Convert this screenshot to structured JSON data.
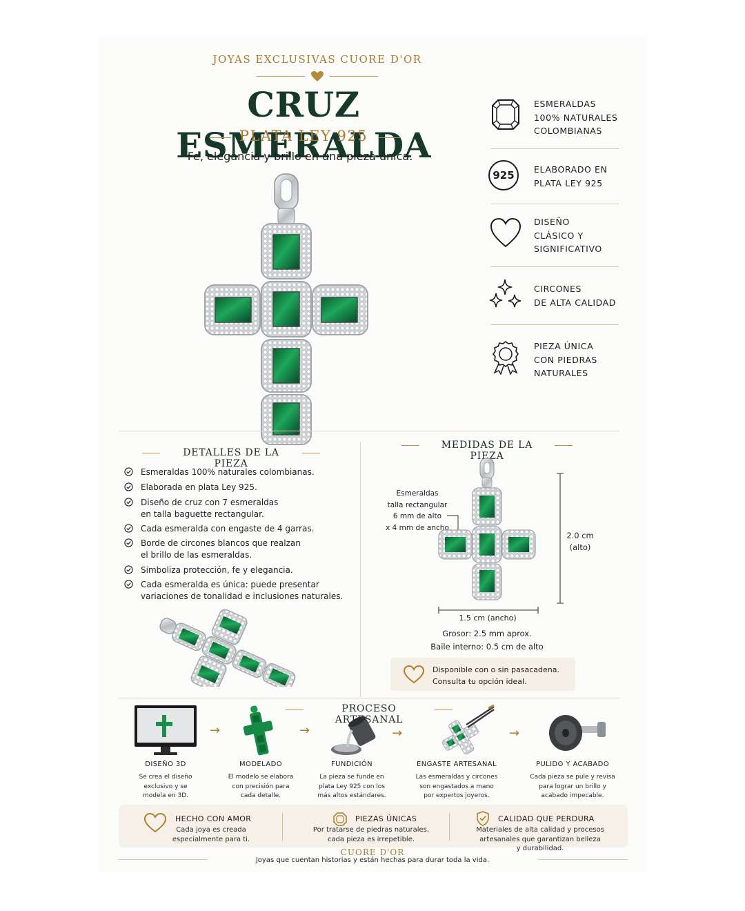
{
  "header": {
    "brand_line": "JOYAS EXCLUSIVAS CUORE D'OR",
    "title": "CRUZ ESMERALDA",
    "subtitle": "PLATA LEY 925",
    "tagline": "Fe, elegancia y brillo en una pieza única."
  },
  "features": [
    {
      "icon": "emerald-gem-icon",
      "lines": [
        "ESMERALDAS",
        "100% NATURALES",
        "COLOMBIANAS"
      ]
    },
    {
      "icon": "925-stamp-icon",
      "icon_text": "925",
      "lines": [
        "ELABORADO EN",
        "PLATA LEY 925"
      ]
    },
    {
      "icon": "heart-icon",
      "lines": [
        "DISEÑO",
        "CLÁSICO Y",
        "SIGNIFICATIVO"
      ]
    },
    {
      "icon": "sparkles-icon",
      "lines": [
        "CIRCONES",
        "DE ALTA CALIDAD"
      ]
    },
    {
      "icon": "award-ribbon-icon",
      "lines": [
        "PIEZA ÚNICA",
        "CON PIEDRAS",
        "NATURALES"
      ]
    }
  ],
  "details": {
    "title": "DETALLES DE LA PIEZA",
    "items": [
      [
        "Esmeraldas 100% naturales colombianas."
      ],
      [
        "Elaborada en plata Ley 925."
      ],
      [
        "Diseño de cruz con 7 esmeraldas",
        "en talla baguette rectangular."
      ],
      [
        "Cada esmeralda con engaste de 4 garras."
      ],
      [
        "Borde de circones blancos que realzan",
        "el brillo de las esmeraldas."
      ],
      [
        "Simboliza protección, fe y elegancia."
      ],
      [
        "Cada esmeralda es única: puede presentar",
        "variaciones de tonalidad e inclusiones naturales."
      ]
    ]
  },
  "measures": {
    "title": "MEDIDAS DE LA PIEZA",
    "stone_note": [
      "Esmeraldas",
      "talla rectangular",
      "6 mm de alto",
      "x 4 mm de ancho"
    ],
    "height_value": "2.0 cm",
    "height_label": "(alto)",
    "width_label": "1.5 cm (ancho)",
    "thickness": "Grosor: 2.5 mm aprox.",
    "bail": "Baile interno: 0.5 cm de alto",
    "chain_note": [
      "Disponible con o sin pasacadena.",
      "Consulta tu opción ideal."
    ]
  },
  "process": {
    "title": "PROCESO ARTESANAL",
    "steps": [
      {
        "icon": "monitor-3d-icon",
        "label": "DISEÑO 3D",
        "desc": [
          "Se crea el diseño",
          "exclusivo y se",
          "modela en 3D."
        ]
      },
      {
        "icon": "wax-model-icon",
        "label": "MODELADO",
        "desc": [
          "El modelo se elabora",
          "con precisión para",
          "cada detalle."
        ]
      },
      {
        "icon": "casting-crucible-icon",
        "label": "FUNDICIÓN",
        "desc": [
          "La pieza se funde en",
          "plata Ley 925 con los",
          "más altos estándares."
        ]
      },
      {
        "icon": "tweezers-setting-icon",
        "label": "ENGASTE ARTESANAL",
        "desc": [
          "Las esmeraldas y circones",
          "son engastados a mano",
          "por expertos joyeros."
        ]
      },
      {
        "icon": "polishing-wheel-icon",
        "label": "PULIDO Y ACABADO",
        "desc": [
          "Cada pieza se pule y revisa",
          "para lograr un brillo y",
          "acabado impecable."
        ]
      }
    ]
  },
  "badges": [
    {
      "icon": "heart-outline-icon",
      "title": "HECHO CON AMOR",
      "desc": [
        "Cada joya es creada",
        "especialmente para ti."
      ]
    },
    {
      "icon": "gem-outline-icon",
      "title": "PIEZAS ÚNICAS",
      "desc": [
        "Por tratarse de piedras naturales,",
        "cada pieza es irrepetible."
      ]
    },
    {
      "icon": "shield-check-icon",
      "title": "CALIDAD QUE PERDURA",
      "desc": [
        "Materiales de alta calidad y procesos",
        "artesanales que garantizan belleza",
        "y durabilidad."
      ]
    }
  ],
  "footer": {
    "brand": "CUORE D'OR",
    "slogan": "Joyas que cuentan historias y están hechas para durar toda la vida."
  },
  "colors": {
    "emerald": "#0f7a3f",
    "gold": "#a77a2c",
    "dark_green": "#17392b",
    "silver": "#d9dcdf"
  }
}
